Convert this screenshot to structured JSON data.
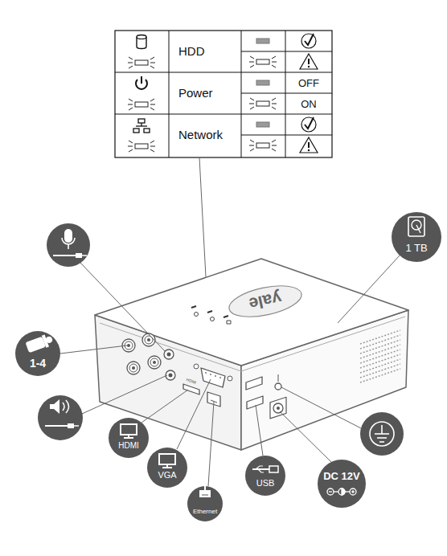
{
  "diagram": {
    "nodes": [
      {
        "text": [
          "1 TB"
        ]
      },
      {
        "text": [
          "1-4"
        ]
      },
      {
        "text": [
          "HDMI"
        ]
      },
      {
        "text": [
          "VGA"
        ]
      },
      {
        "text": [
          "Ethernet"
        ]
      },
      {
        "text": [
          "USB"
        ]
      },
      {
        "text": [
          "DC 12V"
        ]
      }
    ],
    "labels": [
      "HDD",
      "Power",
      "OFF",
      "ON",
      "Network",
      "yale",
      "HDMI"
    ]
  }
}
